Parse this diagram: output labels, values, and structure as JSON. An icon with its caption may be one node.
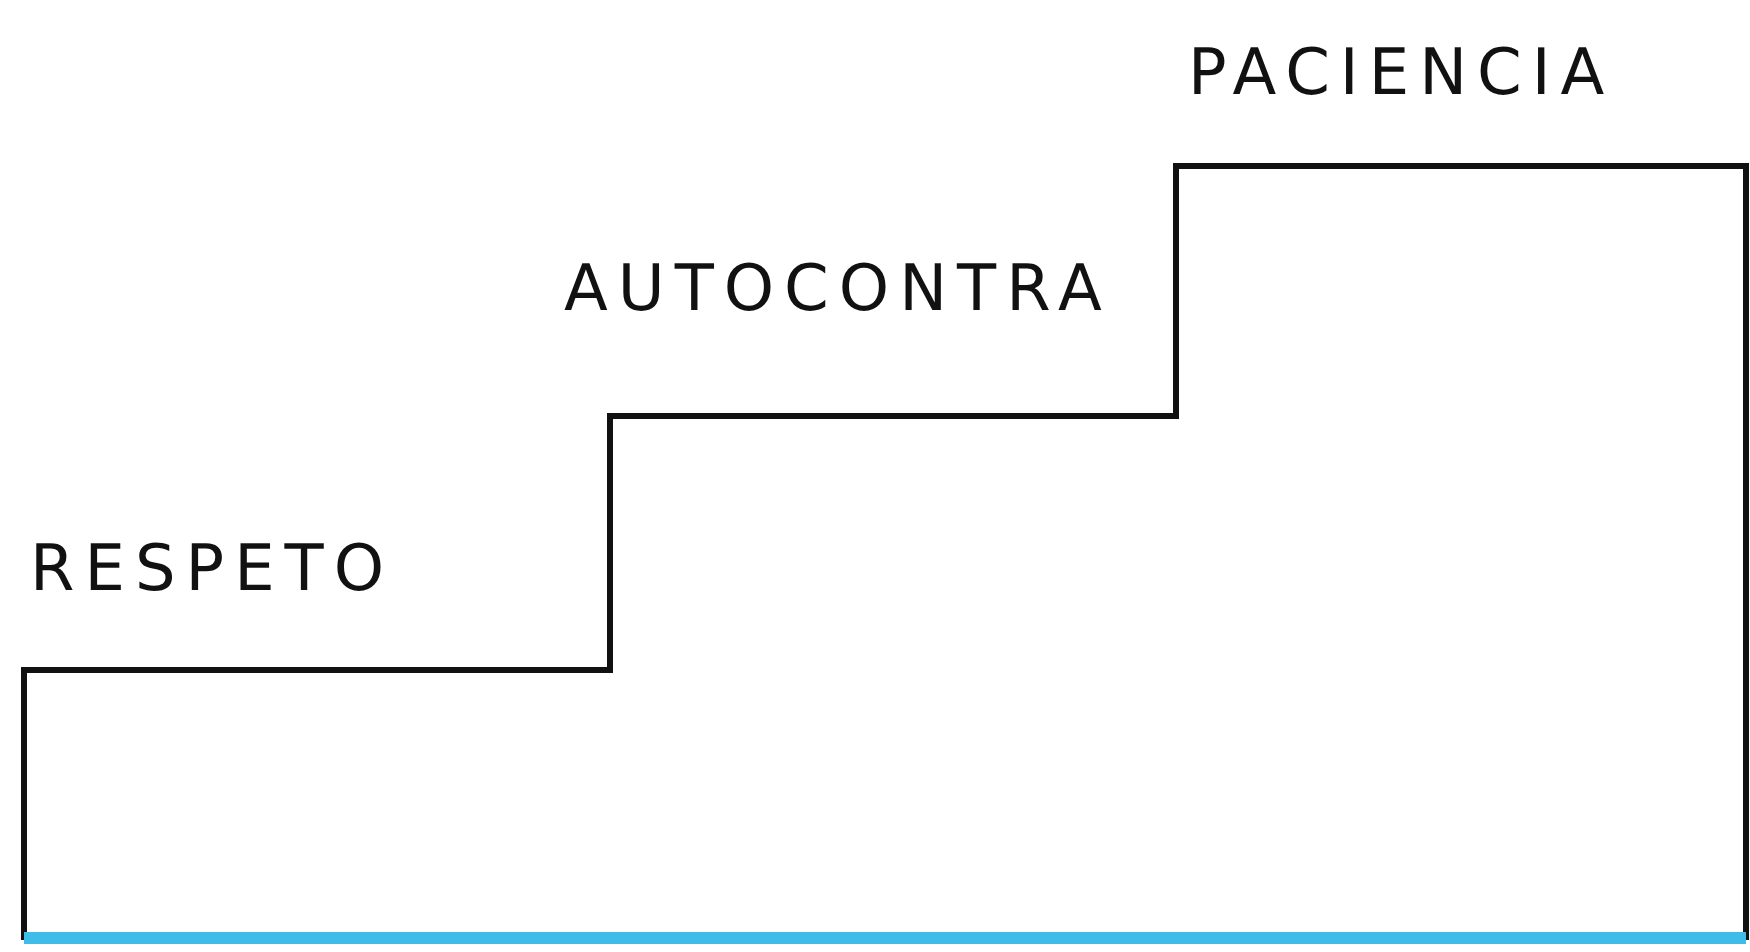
{
  "diagram": {
    "labels": [
      "RESPETO",
      "AUTOCONTRA",
      "PACIENCIA"
    ]
  }
}
